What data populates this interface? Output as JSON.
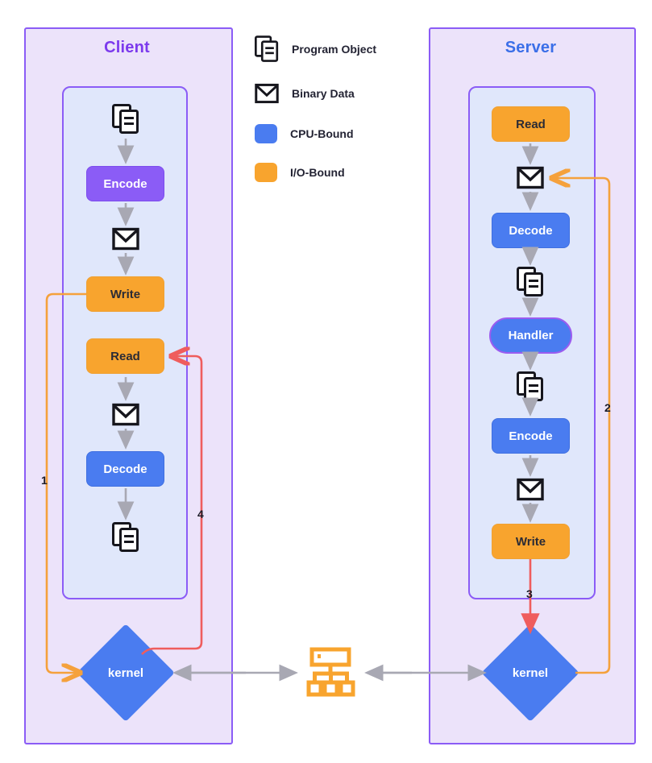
{
  "diagram": {
    "title_client": "Client",
    "title_server": "Server",
    "colors": {
      "zone_fill": "#ece3fa",
      "zone_border": "#8b5cf6",
      "subzone_fill": "#e0e7fb",
      "cpu_bound": "#4a7cf0",
      "io_bound": "#f8a42e",
      "encode_purple": "#8b5cf6",
      "handler_border": "#9b5cf0",
      "arrow_gray": "#a8a8b3",
      "arrow_orange": "#f5a13c",
      "arrow_red": "#ef5d5d",
      "client_title": "#7c3aed",
      "server_title": "#3b6fe8"
    }
  },
  "legend": {
    "items": [
      {
        "icon": "program-object-icon",
        "label": "Program Object",
        "kind": "doc"
      },
      {
        "icon": "binary-data-icon",
        "label": "Binary Data",
        "kind": "envelope"
      },
      {
        "icon": "cpu-bound-swatch",
        "label": "CPU-Bound",
        "kind": "swatch",
        "color": "#4a7cf0"
      },
      {
        "icon": "io-bound-swatch",
        "label": "I/O-Bound",
        "kind": "swatch",
        "color": "#f8a42e"
      }
    ]
  },
  "client": {
    "kernel_label": "kernel",
    "steps": [
      {
        "type": "doc",
        "label": ""
      },
      {
        "type": "node",
        "label": "Encode",
        "class": "encode-purple"
      },
      {
        "type": "envelope",
        "label": ""
      },
      {
        "type": "node",
        "label": "Write",
        "class": "io"
      },
      {
        "type": "node",
        "label": "Read",
        "class": "io"
      },
      {
        "type": "envelope",
        "label": ""
      },
      {
        "type": "node",
        "label": "Decode",
        "class": "cpu"
      },
      {
        "type": "doc",
        "label": ""
      }
    ]
  },
  "server": {
    "kernel_label": "kernel",
    "steps": [
      {
        "type": "node",
        "label": "Read",
        "class": "io"
      },
      {
        "type": "envelope",
        "label": ""
      },
      {
        "type": "node",
        "label": "Decode",
        "class": "cpu"
      },
      {
        "type": "doc",
        "label": ""
      },
      {
        "type": "node",
        "label": "Handler",
        "class": "pill"
      },
      {
        "type": "doc",
        "label": ""
      },
      {
        "type": "node",
        "label": "Encode",
        "class": "cpu"
      },
      {
        "type": "envelope",
        "label": ""
      },
      {
        "type": "node",
        "label": "Write",
        "class": "io"
      }
    ]
  },
  "network": {
    "icon": "network-sitemap-icon"
  },
  "flow_labels": {
    "step1": "1",
    "step2": "2",
    "step3": "3",
    "step4": "4"
  }
}
